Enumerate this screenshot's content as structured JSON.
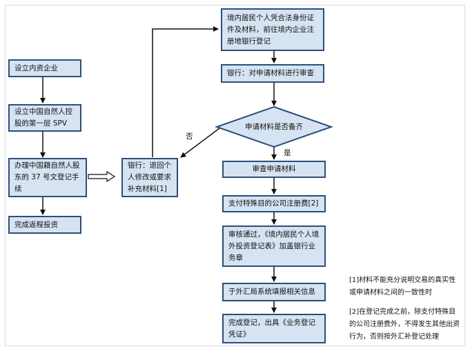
{
  "left_column": {
    "step1": "设立内资企业",
    "step2": "设立中国自然人控股的第一层 SPV",
    "step3": "办理中国籍自然人股东的 37 号文登记手续",
    "step4": "完成返程投资"
  },
  "bank_return": "银行：退回个人修改或要求补充材料[1]",
  "right_column": {
    "step1": "境内居民个人凭合法身份证件及材料，前往境内企业注册地银行登记",
    "step2": "银行：对申请材料进行审查",
    "decision": "申请材料是否备齐",
    "step3": "审查申请材料",
    "step4": "支付特殊目的公司注册费[2]",
    "step5": "审核通过，《境内居民个人境外投资登记表》加盖银行业务章",
    "step6": "于外汇局系统填报相关信息",
    "step7": "完成登记，出具《业务登记凭证》"
  },
  "labels": {
    "no": "否",
    "yes": "是"
  },
  "notes": {
    "note1": "[1]材料不能充分说明交易的真实性或申请材料之间的一致性时",
    "note2": "[2]在登记完成之前，除支付特殊目的公司注册费外，不得发生其他出资行为，否则按外汇补登记处理"
  },
  "colors": {
    "box_fill": "#d6e3f2",
    "box_border": "#2a4f77",
    "line": "#111111"
  }
}
